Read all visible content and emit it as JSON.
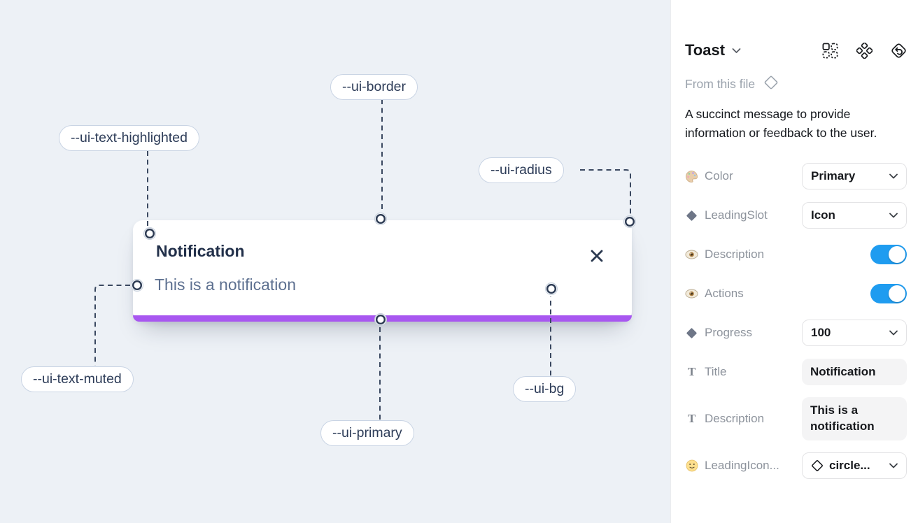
{
  "canvas": {
    "toast": {
      "title": "Notification",
      "description": "This is a notification",
      "close_icon": "close-icon",
      "progress_bar_color": "#a857f0",
      "background": "#ffffff"
    },
    "background_color": "#edf1f6",
    "connector_color": "#3a4860",
    "annotations": [
      {
        "id": "ui-border",
        "label": "--ui-border"
      },
      {
        "id": "ui-text-highlighted",
        "label": "--ui-text-highlighted"
      },
      {
        "id": "ui-radius",
        "label": "--ui-radius"
      },
      {
        "id": "ui-text-muted",
        "label": "--ui-text-muted"
      },
      {
        "id": "ui-primary",
        "label": "--ui-primary"
      },
      {
        "id": "ui-bg",
        "label": "--ui-bg"
      }
    ]
  },
  "panel": {
    "title": "Toast",
    "header_icons": [
      "component-grid-icon",
      "variants-icon",
      "swap-instance-icon"
    ],
    "source": "From this file",
    "source_icon": "diamond-outline-icon",
    "description": "A succinct message to provide information or feedback to the user.",
    "icon_glyphs": {
      "text": "T"
    },
    "toggle_color": "#1f9cf0",
    "rows": [
      {
        "icon": "palette-icon",
        "label": "Color",
        "control": "dropdown",
        "value": "Primary"
      },
      {
        "icon": "diamond-icon",
        "label": "LeadingSlot",
        "control": "dropdown",
        "value": "Icon"
      },
      {
        "icon": "eye-icon",
        "label": "Description",
        "control": "toggle",
        "value": "on"
      },
      {
        "icon": "eye-icon",
        "label": "Actions",
        "control": "toggle",
        "value": "on"
      },
      {
        "icon": "diamond-icon",
        "label": "Progress",
        "control": "dropdown",
        "value": "100"
      },
      {
        "icon": "text-icon",
        "label": "Title",
        "control": "textfield",
        "value": "Notification"
      },
      {
        "icon": "text-icon",
        "label": "Description",
        "control": "textfield",
        "value": "This is a notification"
      },
      {
        "icon": "smiley-icon",
        "label": "LeadingIcon...",
        "control": "dropdown-icon",
        "value": "circle..."
      }
    ]
  }
}
